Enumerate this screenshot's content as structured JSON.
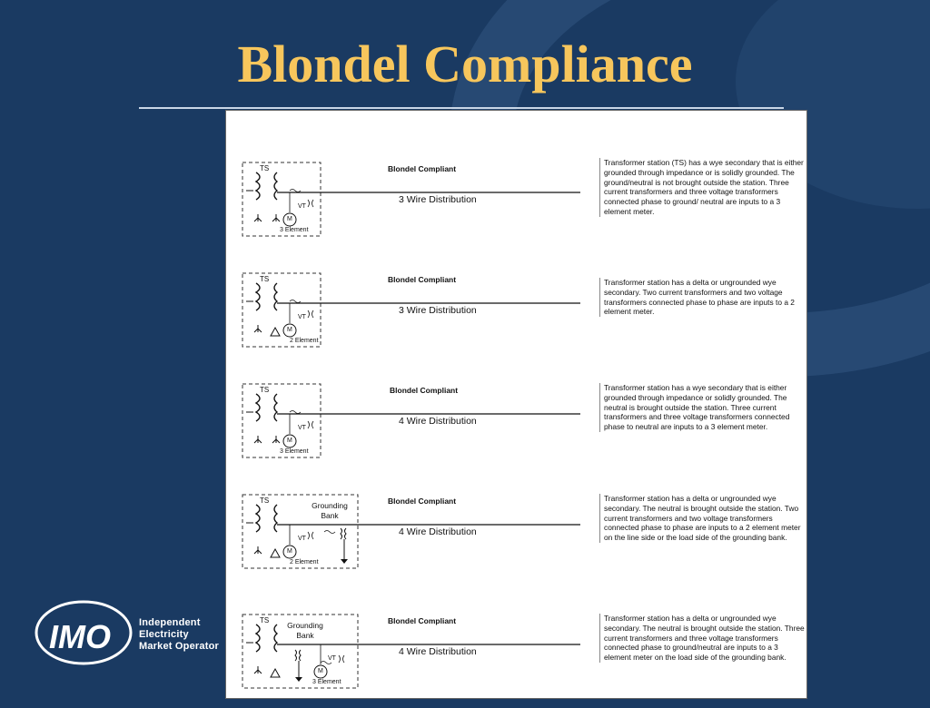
{
  "slide": {
    "title": "Blondel Compliance",
    "colors": {
      "background": "#1a3a62",
      "title": "#f7c65c",
      "panel": "#ffffff"
    }
  },
  "logo": {
    "mark": "IMO",
    "lines": [
      "Independent",
      "Electricity",
      "Market Operator"
    ]
  },
  "diagrams": [
    {
      "ts_label": "TS",
      "vt_label": "VT",
      "meter_label": "M",
      "element_label": "3 Element",
      "compliance": "Blondel Compliant",
      "distribution": "3 Wire Distribution",
      "description": "Transformer station (TS) has a wye secondary that is either grounded through impedance or is solidly grounded. The ground/neutral is not brought outside the station. Three current transformers and three voltage transformers connected phase to ground/ neutral are inputs to a 3 element meter."
    },
    {
      "ts_label": "TS",
      "vt_label": "VT",
      "meter_label": "M",
      "element_label": "2 Element",
      "compliance": "Blondel Compliant",
      "distribution": "3 Wire Distribution",
      "description": "Transformer station has a delta or ungrounded wye secondary. Two current transformers and two voltage transformers connected phase to phase are inputs to a 2 element meter."
    },
    {
      "ts_label": "TS",
      "vt_label": "VT",
      "meter_label": "M",
      "element_label": "3 Element",
      "compliance": "Blondel Compliant",
      "distribution": "4 Wire Distribution",
      "description": "Transformer station has a wye secondary that is either grounded through impedance or solidly grounded. The neutral is brought outside the station. Three current transformers and three voltage transformers connected phase to neutral are inputs to a 3 element meter."
    },
    {
      "ts_label": "TS",
      "vt_label": "VT",
      "meter_label": "M",
      "element_label": "2 Element",
      "grounding_label": "Grounding Bank",
      "compliance": "Blondel Compliant",
      "distribution": "4 Wire Distribution",
      "description": "Transformer station has a delta or ungrounded wye secondary. The neutral is brought outside the station. Two current transformers and two voltage transformers connected phase to phase are inputs to a 2 element meter on the line side or the load side of the grounding bank."
    },
    {
      "ts_label": "TS",
      "vt_label": "VT",
      "meter_label": "M",
      "element_label": "3 Element",
      "grounding_label": "Grounding Bank",
      "compliance": "Blondel Compliant",
      "distribution": "4 Wire Distribution",
      "description": "Transformer station has a delta or ungrounded wye secondary. The neutral is brought outside the station. Three current transformers and three voltage transformers connected phase to ground/neutral are inputs to a 3 element meter on the load side of the grounding bank."
    }
  ]
}
